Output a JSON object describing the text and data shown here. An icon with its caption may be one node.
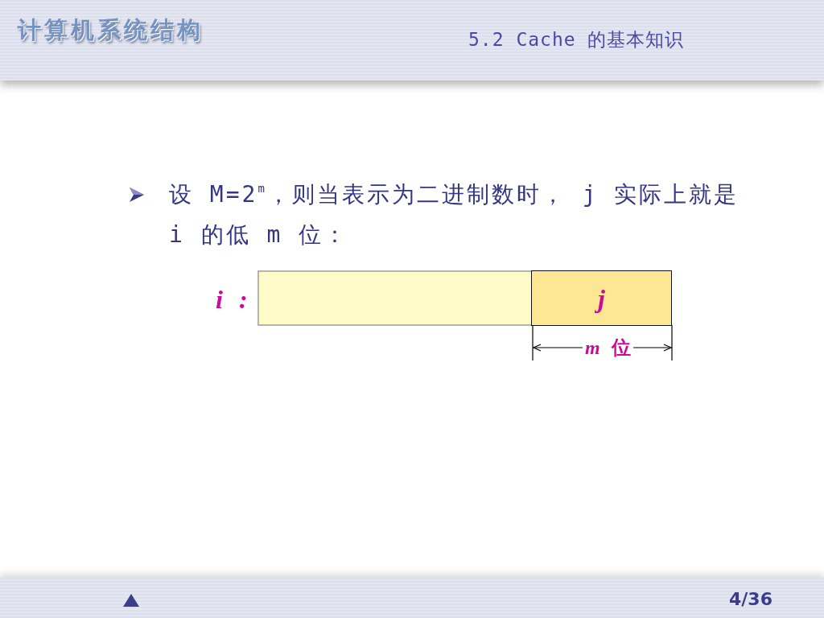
{
  "diagram": {
    "title": "5.2 Cache 的基本知识",
    "nodes": [
      {
        "text": [],
        "shape": "bar",
        "beside": [
          "i :"
        ]
      },
      {
        "text": [
          "j"
        ],
        "in": 0
      }
    ],
    "labels": [
      "计算机系统结构",
      "设 M=2$^{m}$，则当表示为二进制数时， j 实际上就是 i 的低 m 位：",
      "*m* 位",
      "4/36"
    ]
  }
}
